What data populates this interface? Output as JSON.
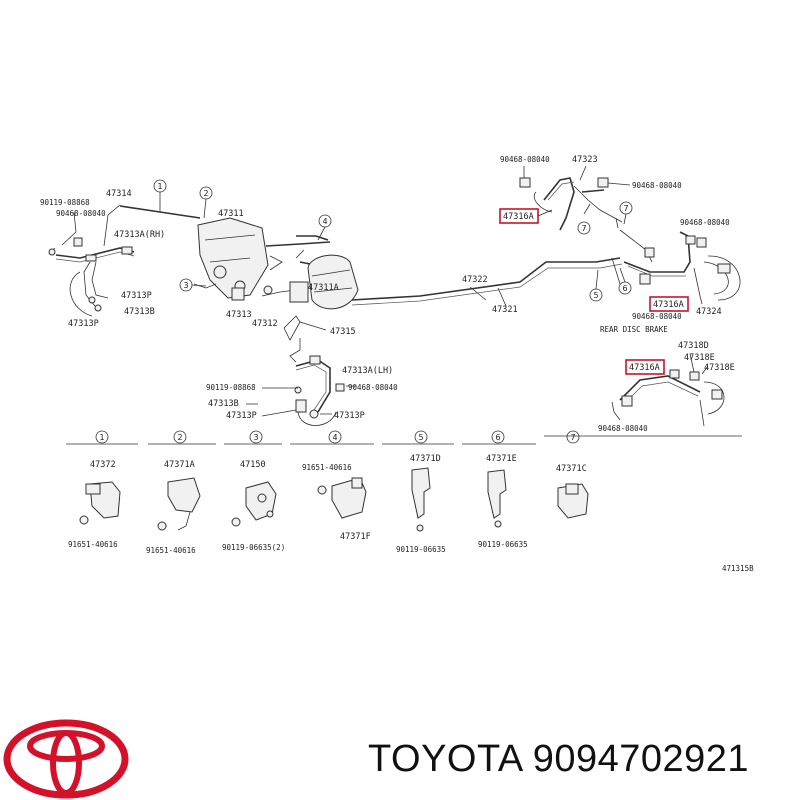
{
  "footer": {
    "brand": "TOYOTA",
    "part_number": "9094702921"
  },
  "diagram": {
    "code": "471315B",
    "note": "REAR DISC BRAKE",
    "circles": [
      "1",
      "2",
      "3",
      "4",
      "5",
      "6",
      "7"
    ],
    "labels": {
      "p47314": "47314",
      "p90119a": "90119-08868",
      "p90468a": "90468-08040",
      "p47313a_rh": "47313A(RH)",
      "p47313p_a": "47313P",
      "p47313b_a": "47313B",
      "p47313p_b": "47313P",
      "p47311": "47311",
      "p47313": "47313",
      "p47312": "47312",
      "p47311a": "47311A",
      "p47315": "47315",
      "p47313a_lh": "47313A(LH)",
      "p90119b": "90119-08868",
      "p90468b": "90468-08040",
      "p47313b_b": "47313B",
      "p47313p_c": "47313P",
      "p47313p_d": "47313P",
      "p47322": "47322",
      "p47321": "47321",
      "p90468c": "90468-08040",
      "p47323": "47323",
      "p90468d": "90468-08040",
      "p47316a_1": "47316A",
      "p90468e": "90468-08040",
      "p47316a_2": "47316A",
      "p47324": "47324",
      "p90468f": "90468-08040",
      "p47318d": "47318D",
      "p47316a_3": "47316A",
      "p47318e_1": "47318E",
      "p47318e_2": "47318E",
      "p90468g": "90468-08040",
      "k1_part": "47372",
      "k1_bolt": "91651-40616",
      "k2_part": "47371A",
      "k2_bolt": "91651-40616",
      "k3_part": "47150",
      "k3_bolt": "90119-06635(2)",
      "k4_bolt": "91651-40616",
      "k4_part": "47371F",
      "k5_part": "47371D",
      "k5_bolt": "90119-06635",
      "k6_part": "47371E",
      "k6_bolt": "90119-06635",
      "k7_part": "47371C"
    }
  }
}
